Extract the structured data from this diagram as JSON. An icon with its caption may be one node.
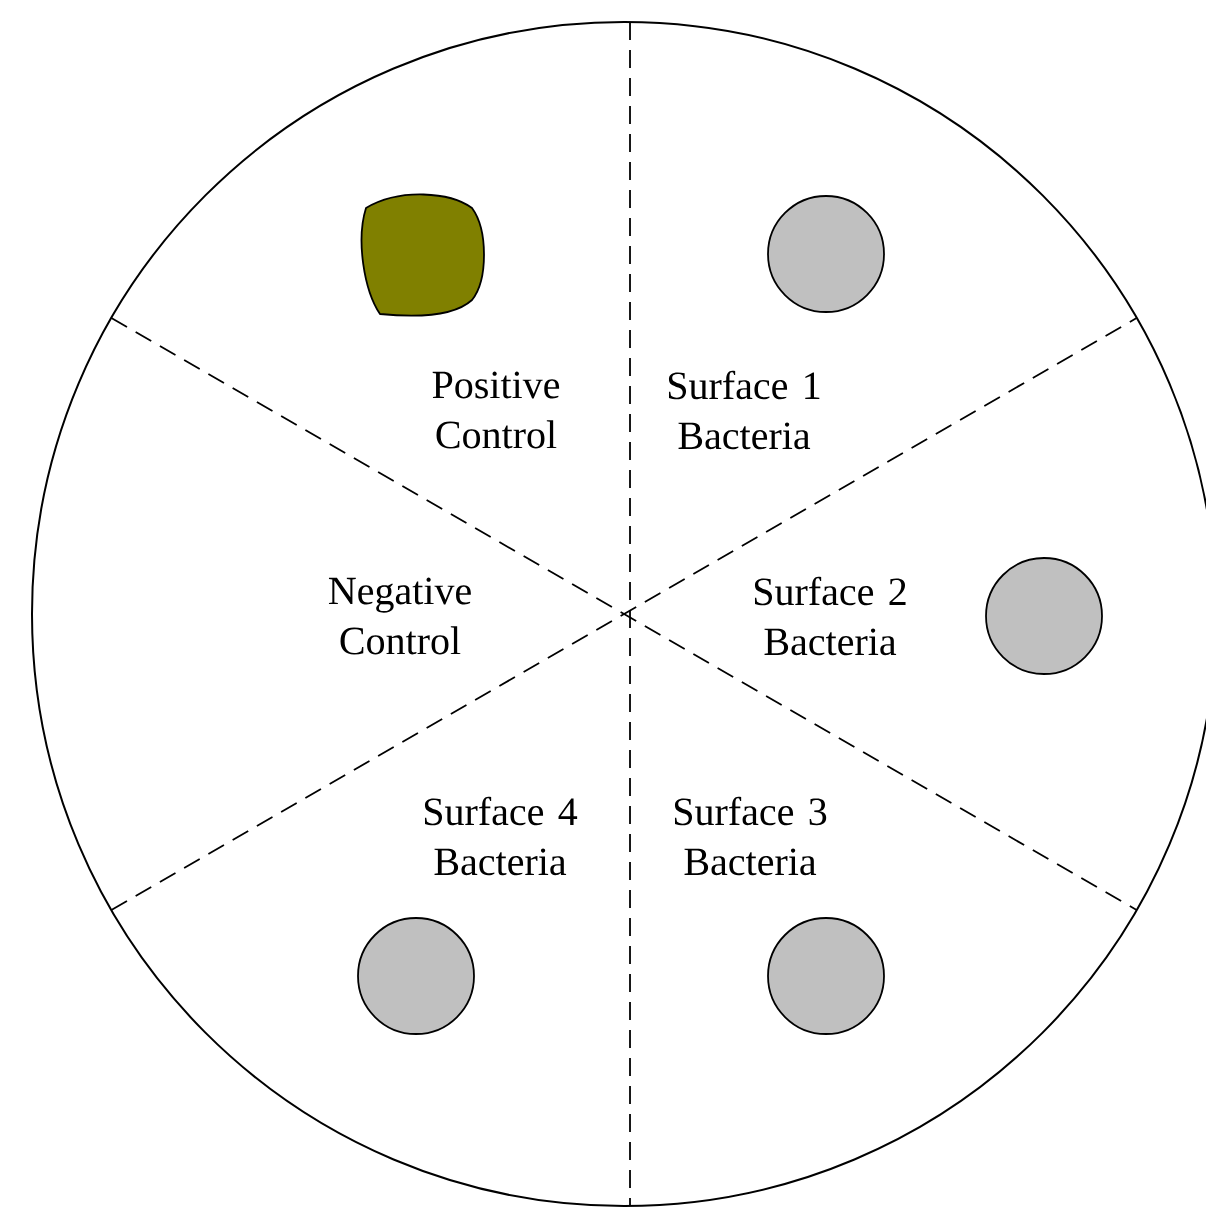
{
  "diagram": {
    "labels": [
      "Positive Control",
      "Surface 1 Bacteria",
      "Negative Control",
      "Surface 2 Bacteria",
      "Surface 4 Bacteria",
      "Surface 3 Bacteria"
    ]
  }
}
